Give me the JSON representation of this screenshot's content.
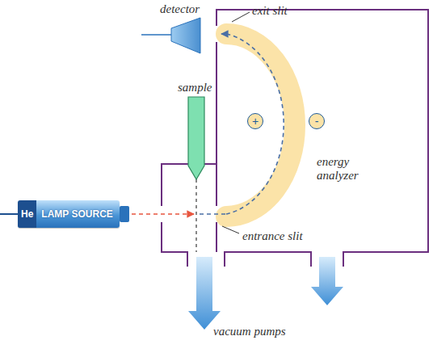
{
  "diagram": {
    "nodes": [
      {
        "text": [
          "He",
          "LAMP SOURCE"
        ]
      },
      {
        "text": [
          "+"
        ]
      },
      {
        "text": [
          "-"
        ]
      }
    ],
    "labels": [
      "detector",
      "exit slit",
      "sample",
      "energy analyzer",
      "entrance slit",
      "vacuum pumps"
    ]
  }
}
